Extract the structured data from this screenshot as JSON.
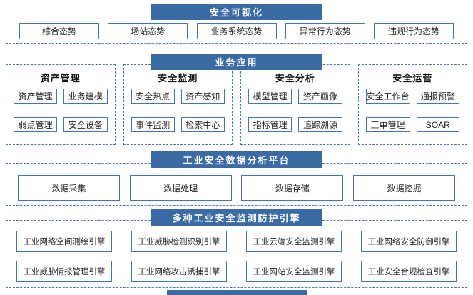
{
  "colors": {
    "header_bg": "#3b6ba5",
    "header_text": "#ffffff",
    "box_border": "#4472c4",
    "dashed_border": "#4472c4",
    "box_text": "#262626",
    "background": "#ffffff"
  },
  "sections": {
    "visualization": {
      "title": "安全可视化",
      "items": [
        "综合态势",
        "场站态势",
        "业务系统态势",
        "异常行为态势",
        "违规行为态势"
      ]
    },
    "business": {
      "title": "业务应用",
      "groups": [
        {
          "title": "资产管理",
          "items": [
            "资产管理",
            "业务建模",
            "弱点管理",
            "安全设备"
          ]
        },
        {
          "title": "安全监测",
          "items": [
            "安全热点",
            "资产感知",
            "事件监测",
            "检索中心"
          ]
        },
        {
          "title": "安全分析",
          "items": [
            "模型管理",
            "资产画像",
            "指标管理",
            "追踪溯源"
          ]
        },
        {
          "title": "安全运营",
          "items": [
            "安全工作台",
            "通报预警",
            "工单管理",
            "SOAR"
          ]
        }
      ]
    },
    "platform": {
      "title": "工业安全数据分析平台",
      "items": [
        "数据采集",
        "数据处理",
        "数据存储",
        "数据挖掘"
      ]
    },
    "engines": {
      "title": "多种工业安全监测防护引擎",
      "items": [
        "工业网络空间测绘引擎",
        "工业威胁检测识别引擎",
        "工业云端安全监测引擎",
        "工业网络安全防御引擎",
        "工业威胁情报管理引擎",
        "工业网络攻击诱捕引擎",
        "工业网站安全监测引擎",
        "工业安全合规检查引擎"
      ]
    }
  }
}
